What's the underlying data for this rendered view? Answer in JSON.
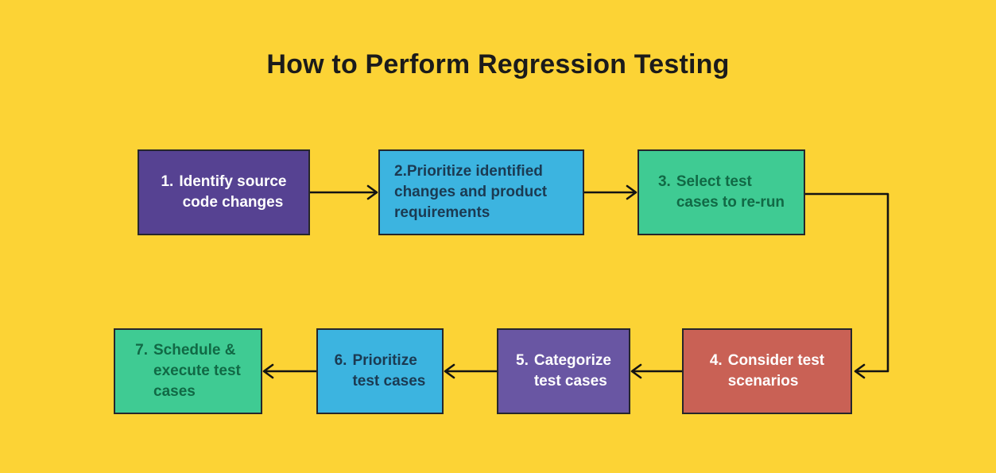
{
  "title": "How to Perform Regression Testing",
  "colors": {
    "background": "#FCD335",
    "purple_dark": "#564292",
    "purple_light": "#6956A3",
    "blue": "#3CB4E0",
    "green": "#3FCB93",
    "red": "#C96155",
    "text_on_blue": "#1B3A52",
    "text_on_green": "#116945",
    "text_on_dark_fill": "#FFFFFF",
    "line_color": "#131313",
    "title_color": "#1B1B1B"
  },
  "steps": [
    {
      "num": "1.",
      "lines": [
        "Identify source",
        "code changes"
      ],
      "full_text": "1. Identify source code changes",
      "fill": "#564292",
      "text_color": "#FFFFFF"
    },
    {
      "num": "",
      "lines": [
        "2.Prioritize identified",
        "changes and product",
        "requirements"
      ],
      "full_text": "2.Prioritize identified changes and product requirements",
      "fill": "#3CB4E0",
      "text_color": "#1B3A52"
    },
    {
      "num": "3.",
      "lines": [
        "Select test",
        "cases to re-run"
      ],
      "full_text": "3. Select test cases to re-run",
      "fill": "#3FCB93",
      "text_color": "#116945"
    },
    {
      "num": "4.",
      "lines": [
        "Consider test",
        "scenarios"
      ],
      "full_text": "4. Consider test scenarios",
      "fill": "#C96155",
      "text_color": "#FFFFFF"
    },
    {
      "num": "5.",
      "lines": [
        "Categorize",
        "test cases"
      ],
      "full_text": "5. Categorize test cases",
      "fill": "#6956A3",
      "text_color": "#FFFFFF"
    },
    {
      "num": "6.",
      "lines": [
        "Prioritize",
        "test cases"
      ],
      "full_text": "6. Prioritize test cases",
      "fill": "#3CB4E0",
      "text_color": "#1B3A52"
    },
    {
      "num": "7.",
      "lines": [
        "Schedule &",
        "execute test",
        "cases"
      ],
      "full_text": "7. Schedule & execute test cases",
      "fill": "#3FCB93",
      "text_color": "#116945"
    }
  ],
  "connections": [
    {
      "from": "step-1",
      "to": "step-2"
    },
    {
      "from": "step-2",
      "to": "step-3"
    },
    {
      "from": "step-3",
      "to": "step-4"
    },
    {
      "from": "step-4",
      "to": "step-5"
    },
    {
      "from": "step-5",
      "to": "step-6"
    },
    {
      "from": "step-6",
      "to": "step-7"
    }
  ]
}
